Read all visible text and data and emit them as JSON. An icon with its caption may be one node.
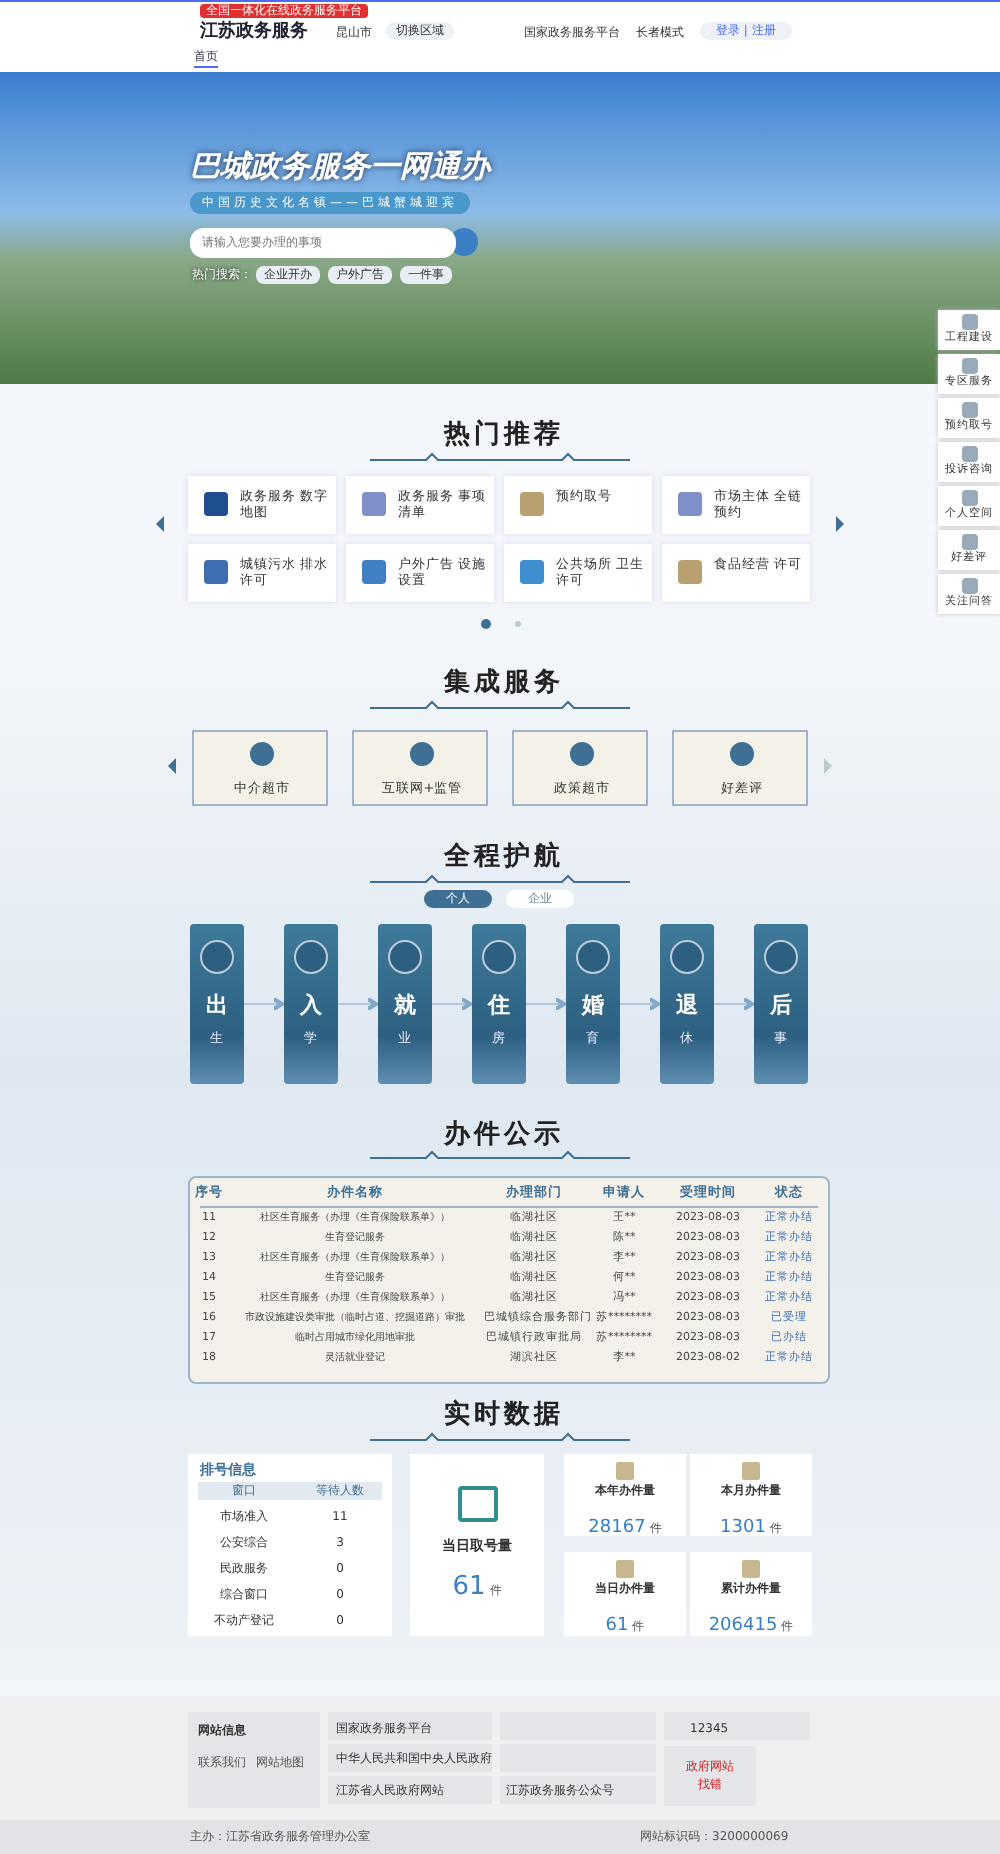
{
  "diagram": {
    "nodes": [
      {
        "text": [
          "政务服务 数字地图"
        ]
      },
      {
        "text": [
          "政务服务 事项清单"
        ]
      },
      {
        "text": [
          "预约取号"
        ]
      },
      {
        "text": [
          "市场主体 全链预约"
        ]
      },
      {
        "text": [
          "城镇污水 排水许可"
        ]
      },
      {
        "text": [
          "户外广告 设施设置"
        ]
      },
      {
        "text": [
          "公共场所 卫生许可"
        ]
      },
      {
        "text": [
          "食品经营 许可"
        ]
      },
      {
        "text": [
          "中介超市"
        ]
      },
      {
        "text": [
          "互联网+监管"
        ]
      },
      {
        "text": [
          "政策超市"
        ]
      },
      {
        "text": [
          "好差评"
        ]
      },
      {
        "text": [
          "出",
          "生"
        ]
      },
      {
        "text": [
          "入",
          "学"
        ]
      },
      {
        "text": [
          "就",
          "业"
        ]
      },
      {
        "text": [
          "住",
          "房"
        ]
      },
      {
        "text": [
          "婚",
          "育"
        ]
      },
      {
        "text": [
          "退",
          "休"
        ]
      },
      {
        "text": [
          "后",
          "事"
        ]
      },
      {
        "text": [
          "排号信息"
        ]
      },
      {
        "text": [
          "当日取号量",
          "61",
          "件"
        ]
      },
      {
        "text": [
          "本年办件量",
          "28167",
          "件"
        ]
      },
      {
        "text": [
          "本月办件量",
          "1301",
          "件"
        ]
      },
      {
        "text": [
          "当日办件量",
          "61",
          "件"
        ]
      },
      {
        "text": [
          "累计办件量",
          "206415",
          "件"
        ]
      }
    ],
    "edges": [
      {
        "from": 12,
        "to": 13,
        "arrow": "to"
      },
      {
        "from": 13,
        "to": 14,
        "arrow": "to"
      },
      {
        "from": 14,
        "to": 15,
        "arrow": "to"
      },
      {
        "from": 15,
        "to": 16,
        "arrow": "to"
      },
      {
        "from": 16,
        "to": 17,
        "arrow": "to"
      },
      {
        "from": 17,
        "to": 18,
        "arrow": "to"
      }
    ],
    "labels": [
      "全国一体化在线政务服务平台",
      "江苏政务服务",
      "昆山市",
      "切换区域",
      "国家政务服务平台",
      "长者模式",
      "登录 | 注册",
      "首页",
      "巴城政务服务一网通办",
      "中国历史文化名镇——巴城蟹城迎宾",
      "请输入您要办理的事项",
      "热门搜索：",
      "企业开办",
      "户外广告",
      "一件事",
      "工程建设",
      "专区服务",
      "预约取号",
      "投诉咨询",
      "个人空间",
      "好差评",
      "关注问答",
      "热门推荐",
      "集成服务",
      "全程护航",
      "个人",
      "企业",
      "办件公示",
      "序号",
      "办件名称",
      "办理部门",
      "申请人",
      "受理时间",
      "状态",
      "11",
      "社区生育服务（办理《生育保险联系单》）",
      "临湖社区",
      "王**",
      "2023-08-03",
      "正常办结",
      "12",
      "生育登记服务",
      "临湖社区",
      "陈**",
      "2023-08-03",
      "正常办结",
      "13",
      "社区生育服务（办理《生育保险联系单》）",
      "临湖社区",
      "李**",
      "2023-08-03",
      "正常办结",
      "14",
      "生育登记服务",
      "临湖社区",
      "何**",
      "2023-08-03",
      "正常办结",
      "15",
      "社区生育服务（办理《生育保险联系单》）",
      "临湖社区",
      "冯**",
      "2023-08-03",
      "正常办结",
      "16",
      "市政设施建设类审批（临时占道、挖掘道路）审批",
      "巴城镇综合服务部门",
      "苏********",
      "2023-08-03",
      "已受理",
      "17",
      "临时占用城市绿化用地审批",
      "巴城镇行政审批局",
      "苏********",
      "2023-08-03",
      "已办结",
      "18",
      "灵活就业登记",
      "湖滨社区",
      "李**",
      "2023-08-02",
      "正常办结",
      "实时数据",
      "窗口",
      "等待人数",
      "市场准入",
      "11",
      "公安综合",
      "3",
      "民政服务",
      "0",
      "综合窗口",
      "0",
      "不动产登记",
      "0",
      "网站信息",
      "联系我们",
      "网站地图",
      "国家政务服务平台",
      "中华人民共和国中央人民政府",
      "江苏省人民政府网站",
      "江苏政务服务公众号",
      "12345",
      "政府网站",
      "找错",
      "主办：江苏省政务服务管理办公室",
      "网站标识码：3200000069"
    ]
  }
}
